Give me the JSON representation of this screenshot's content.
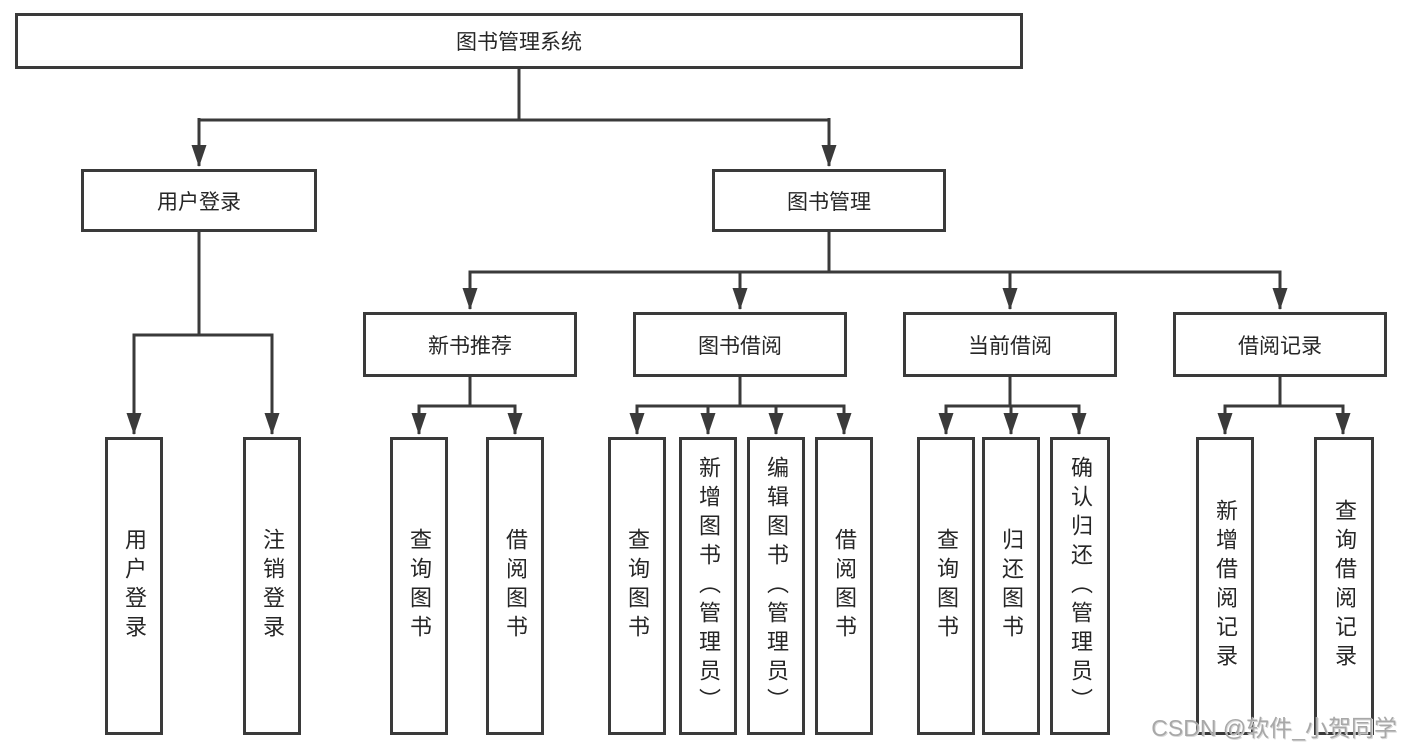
{
  "tree": {
    "root": {
      "label": "图书管理系统"
    },
    "branches": [
      {
        "label": "用户登录",
        "children": [
          {
            "label": "用户登录"
          },
          {
            "label": "注销登录"
          }
        ]
      },
      {
        "label": "图书管理",
        "children": [
          {
            "label": "新书推荐",
            "children": [
              {
                "label": "查询图书"
              },
              {
                "label": "借阅图书"
              }
            ]
          },
          {
            "label": "图书借阅",
            "children": [
              {
                "label": "查询图书"
              },
              {
                "label": "新增图书（管理员）"
              },
              {
                "label": "编辑图书（管理员）"
              },
              {
                "label": "借阅图书"
              }
            ]
          },
          {
            "label": "当前借阅",
            "children": [
              {
                "label": "查询图书"
              },
              {
                "label": "归还图书"
              },
              {
                "label": "确认归还（管理员）"
              }
            ]
          },
          {
            "label": "借阅记录",
            "children": [
              {
                "label": "新增借阅记录"
              },
              {
                "label": "查询借阅记录"
              }
            ]
          }
        ]
      }
    ]
  },
  "watermark": {
    "text": "CSDN @软件_小贺同学"
  },
  "colors": {
    "line": "#3a3a3a",
    "text": "#262626",
    "background": "#ffffff",
    "watermark": "#a8a8a8"
  }
}
